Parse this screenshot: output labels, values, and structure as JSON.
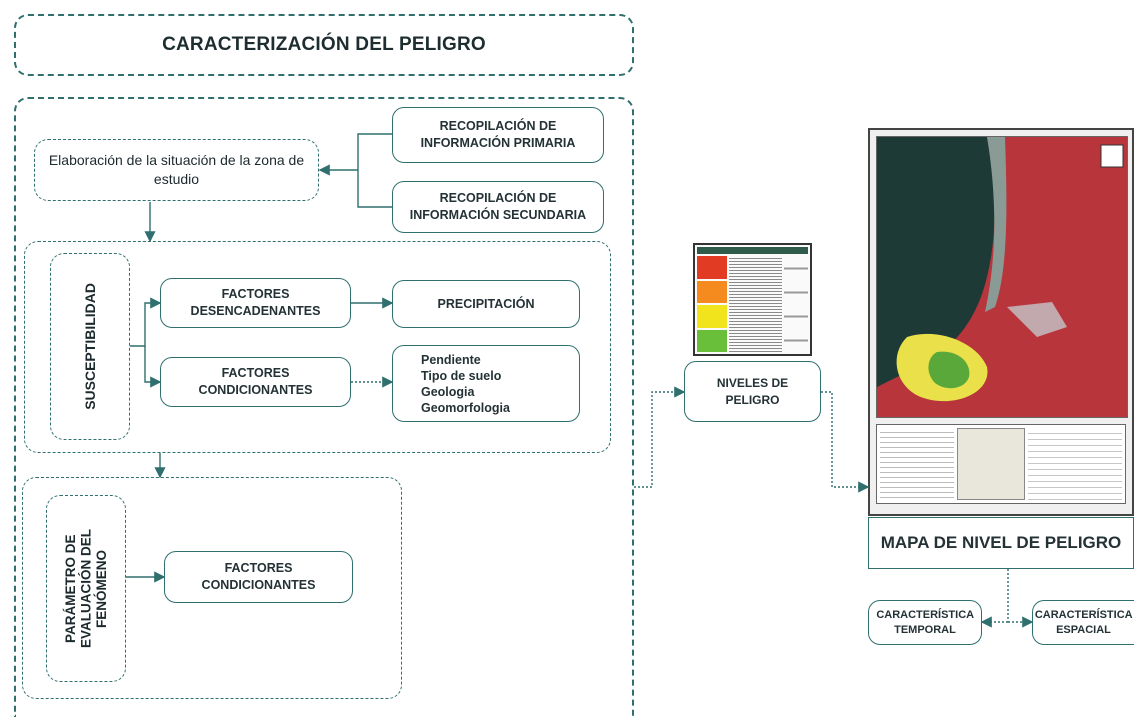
{
  "title": "CARACTERIZACIÓN DEL PELIGRO",
  "situacion": "Elaboración de la situación de la zona de estudio",
  "primaria": "RECOPILACIÓN DE INFORMACIÓN PRIMARIA",
  "secundaria": "RECOPILACIÓN DE INFORMACIÓN SECUNDARIA",
  "susceptibilidad": "SUSCEPTIBILIDAD",
  "desencadenantes": "FACTORES DESENCADENANTES",
  "precipitacion": "PRECIPITACIÓN",
  "condicionantes": "FACTORES CONDICIONANTES",
  "condicionantes_items": [
    "Pendiente",
    "Tipo de suelo",
    "Geologia",
    "Geomorfologia"
  ],
  "parametro": "PARÁMETRO DE EVALUACIÓN DEL FENÓMENO",
  "condicionantes2": "FACTORES CONDICIONANTES",
  "niveles": "NIVELES DE PELIGRO",
  "mapa": "MAPA DE NIVEL DE PELIGRO",
  "temporal": "CARACTERÍSTICA TEMPORAL",
  "espacial": "CARACTERÍSTICA ESPACIAL",
  "colors": {
    "frame": "#2f6f6e",
    "muy_alto": "#e23b24",
    "alto": "#f58a1f",
    "medio": "#f2e41c",
    "bajo": "#6abf3a",
    "map_red": "#b8353c",
    "map_sea": "#1d3a36"
  }
}
